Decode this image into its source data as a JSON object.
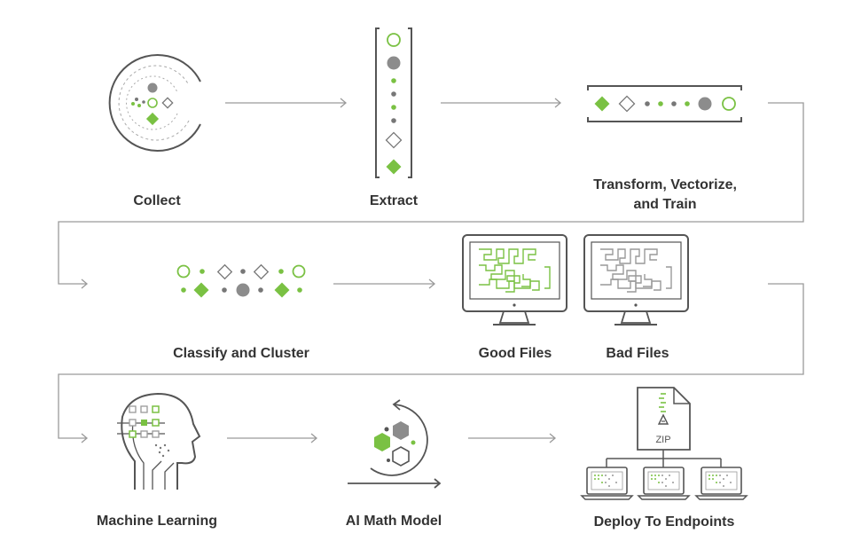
{
  "colors": {
    "accent": "#7ac143",
    "gray": "#8c8c8c",
    "dark": "#555555",
    "line": "#9a9a9a"
  },
  "steps": {
    "collect": "Collect",
    "extract": "Extract",
    "transform": "Transform, Vectorize, and Train",
    "classify": "Classify and Cluster",
    "good_files": "Good Files",
    "bad_files": "Bad Files",
    "machine_learning": "Machine Learning",
    "ai_math_model": "AI Math Model",
    "deploy": "Deploy To Endpoints"
  },
  "zip_label": "ZIP"
}
